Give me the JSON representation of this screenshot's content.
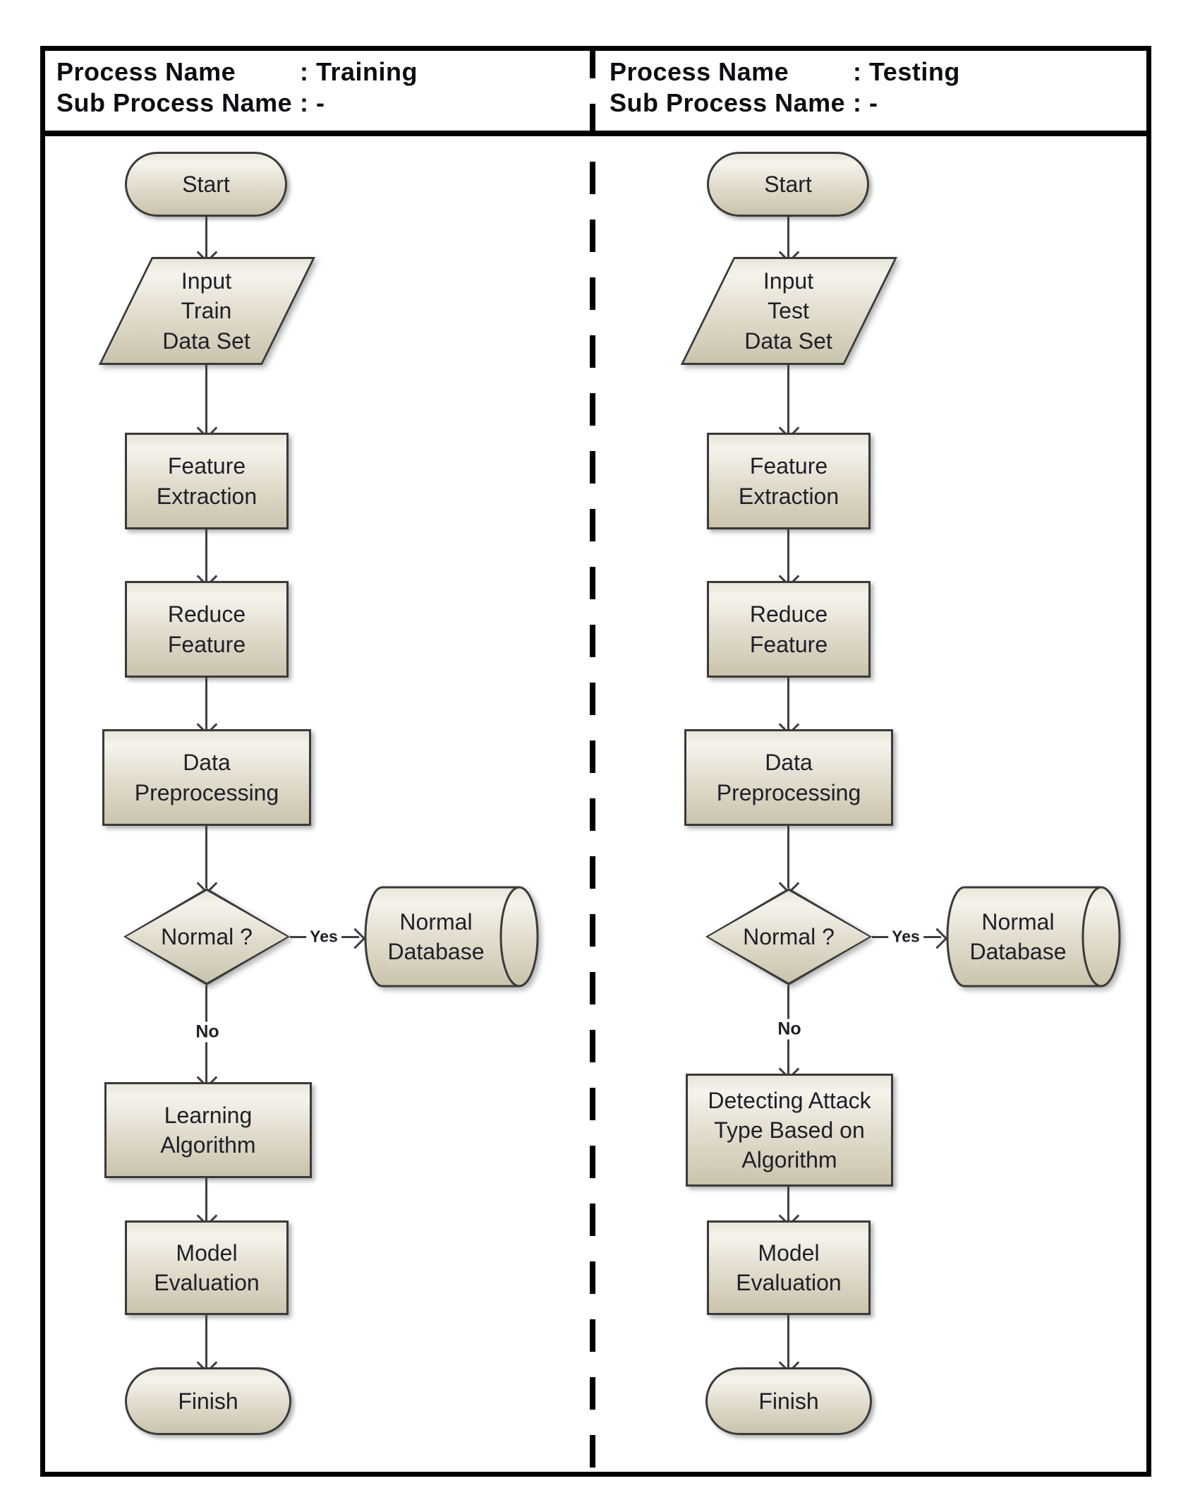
{
  "header": {
    "training": {
      "process_label": "Process Name",
      "process_value": ": Training",
      "sub_process_label": "Sub Process Name",
      "sub_process_value": ": -"
    },
    "testing": {
      "process_label": "Process Name",
      "process_value": ": Testing",
      "sub_process_label": "Sub Process Name",
      "sub_process_value": ": -"
    }
  },
  "lanes": {
    "training": {
      "start": "Start",
      "input_data": "Input\nTrain\nData Set",
      "feature_extraction": "Feature\nExtraction",
      "reduce_feature": "Reduce\nFeature",
      "data_preprocessing": "Data\nPreprocessing",
      "decision": "Normal ?",
      "yes_label": "Yes",
      "no_label": "No",
      "database": "Normal\nDatabase",
      "post_decision": "Learning\nAlgorithm",
      "model_evaluation": "Model\nEvaluation",
      "finish": "Finish"
    },
    "testing": {
      "start": "Start",
      "input_data": "Input\nTest\nData Set",
      "feature_extraction": "Feature\nExtraction",
      "reduce_feature": "Reduce\nFeature",
      "data_preprocessing": "Data\nPreprocessing",
      "decision": "Normal ?",
      "yes_label": "Yes",
      "no_label": "No",
      "database": "Normal\nDatabase",
      "post_decision": "Detecting Attack\nType Based on\nAlgorithm",
      "model_evaluation": "Model\nEvaluation",
      "finish": "Finish"
    }
  },
  "colors": {
    "frame": "#000000",
    "shape_border": "#3a3a3a",
    "shape_fill_top": "#f5f3ec",
    "shape_fill_bottom": "#cac3ad",
    "arrow": "#3f3f3f",
    "text": "#1f1f28"
  }
}
